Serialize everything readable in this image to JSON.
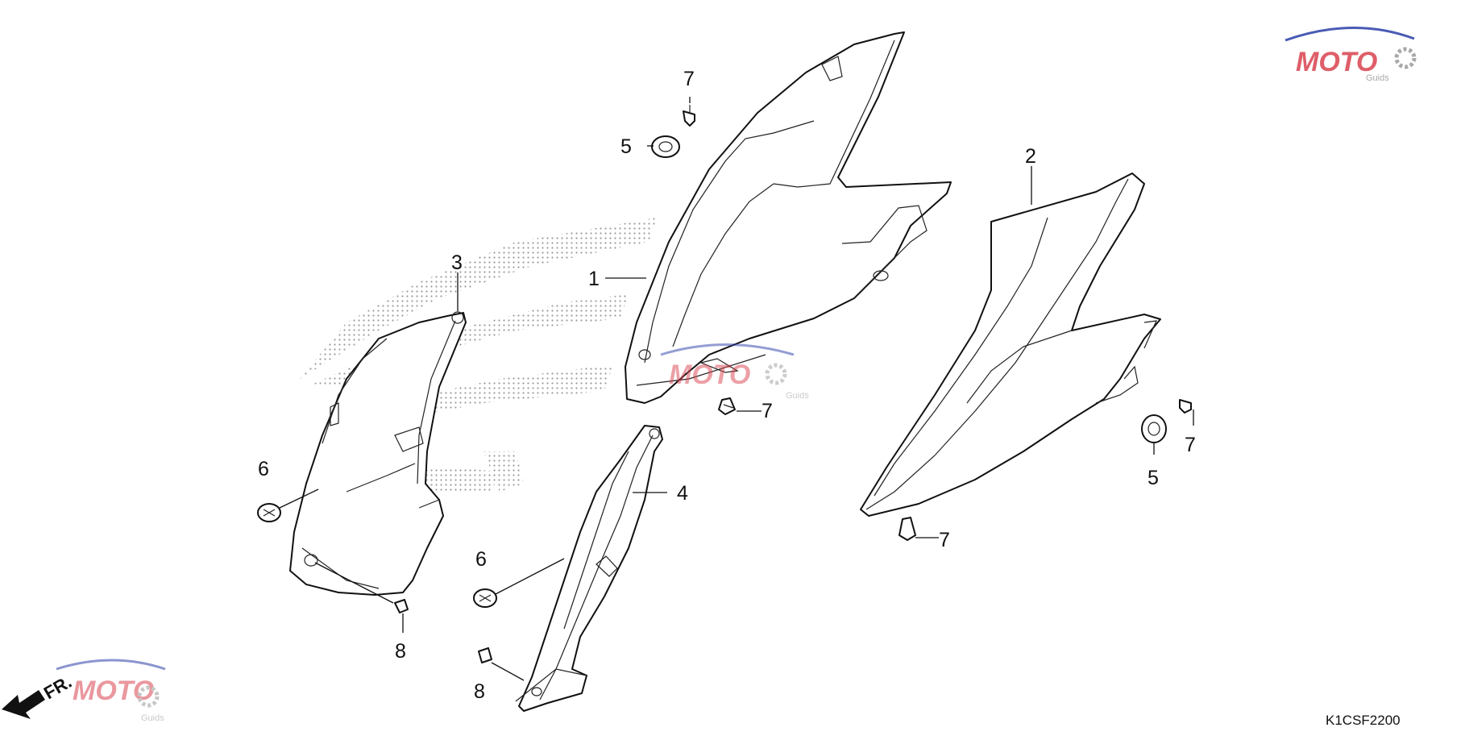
{
  "diagram": {
    "callouts": {
      "part1": "1",
      "part2": "2",
      "part3": "3",
      "part4": "4",
      "grommet_top": "5",
      "grommet_right": "5",
      "bolt_left": "6",
      "bolt_lower": "6",
      "clip_top": "7",
      "clip_center": "7",
      "clip_right": "7",
      "clip_bottom_right": "7",
      "screw_left": "8",
      "screw_lower": "8"
    },
    "front_indicator": "FR.",
    "diagram_code": "K1CSF2200"
  },
  "watermark": {
    "brand": "MOTO",
    "sub": "Guids",
    "colors": {
      "red": "#d9434f",
      "blue": "#2b3fa8",
      "gray": "#9a9a9a"
    }
  }
}
